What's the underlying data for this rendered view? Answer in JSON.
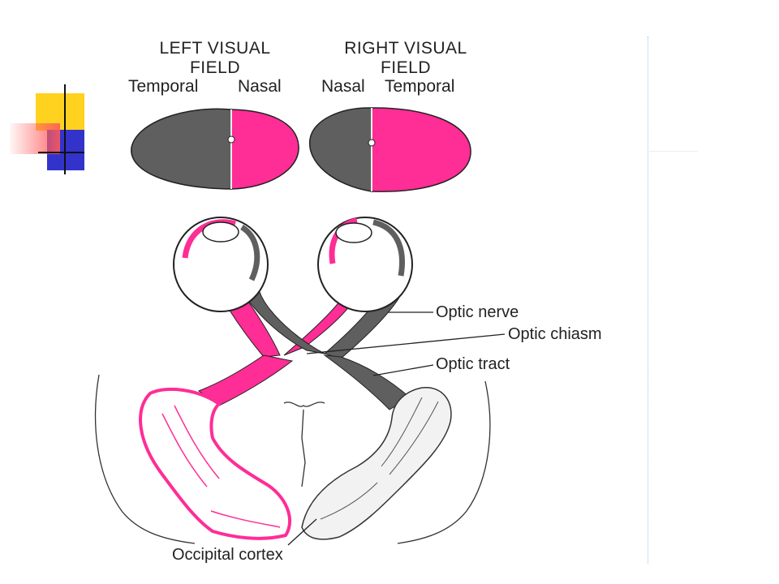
{
  "left_field": {
    "title_line1": "LEFT VISUAL",
    "title_line2": "FIELD",
    "temporal": "Temporal",
    "nasal": "Nasal"
  },
  "right_field": {
    "title_line1": "RIGHT VISUAL",
    "title_line2": "FIELD",
    "nasal": "Nasal",
    "temporal": "Temporal"
  },
  "labels": {
    "optic_nerve": "Optic nerve",
    "optic_chiasm": "Optic chiasm",
    "optic_tract": "Optic tract",
    "occipital_cortex": "Occipital cortex"
  },
  "colors": {
    "pink": "#ff2d96",
    "gray": "#5f5f5f",
    "outline": "#222222",
    "deco_yellow": "#ffd21f",
    "deco_blue": "#3333cc",
    "deco_red": "#ff5a5a"
  }
}
